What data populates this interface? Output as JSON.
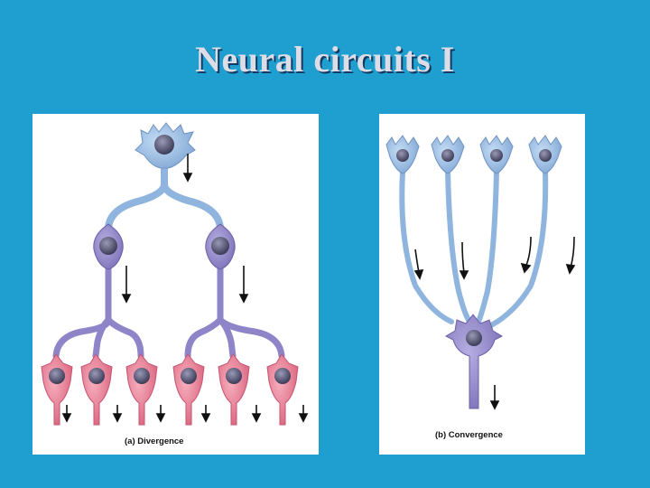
{
  "slide": {
    "title": "Neural circuits I",
    "background": "#1e9fd0"
  },
  "panels": {
    "divergence": {
      "caption": "(a) Divergence"
    },
    "convergence": {
      "caption": "(b) Convergence"
    }
  },
  "colors": {
    "presynaptic_neuron": "#8fb5de",
    "intermediate_neuron": "#8e84c8",
    "postsynaptic_neuron": "#e4738c",
    "nucleus": "#4a4a6a",
    "arrow": "#111111"
  }
}
